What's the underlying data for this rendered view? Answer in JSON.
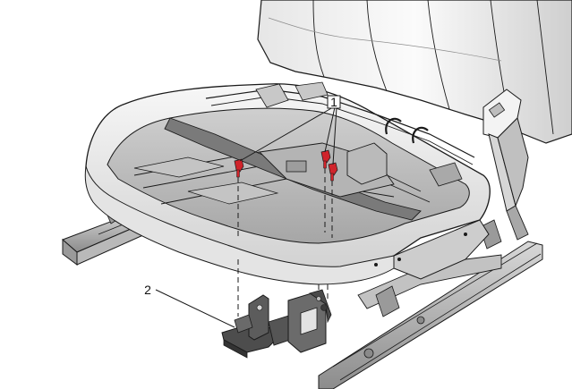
{
  "diagram": {
    "callouts": [
      {
        "label": "1",
        "target": "seat-cushion-mounting-fasteners"
      },
      {
        "label": "2",
        "target": "seat-bracket-assembly"
      }
    ],
    "colors": {
      "line": "#1a1a1a",
      "seat_light": "#f2f2f2",
      "seat_mid": "#dcdcdc",
      "seat_dark": "#a8a8a8",
      "frame": "#6e6e6e",
      "bracket": "#4d4d4d",
      "fastener": "#d0242b"
    }
  }
}
